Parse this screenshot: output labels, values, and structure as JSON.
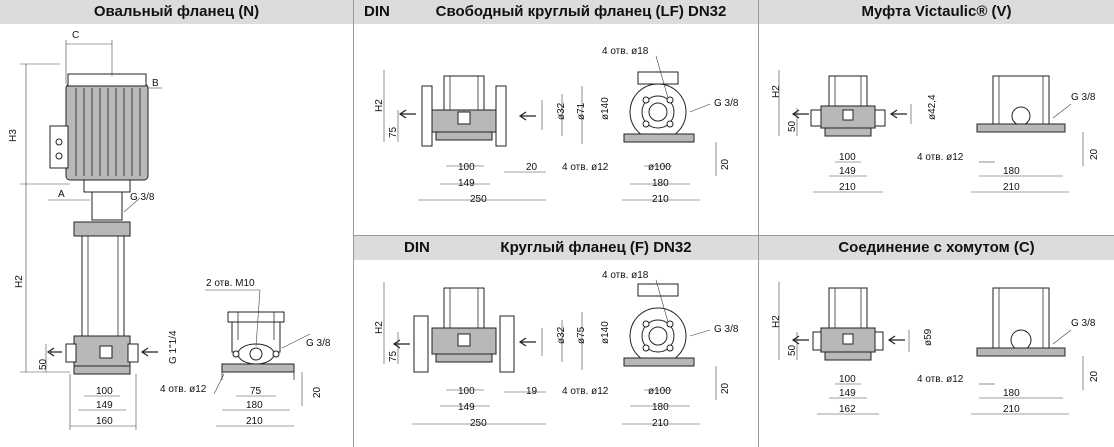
{
  "panels": {
    "oval": {
      "title": "Овальный фланец (N)",
      "labels": {
        "C": "C",
        "B": "B",
        "A": "A",
        "H3": "H3",
        "H2": "H2",
        "G38": "G 3/8",
        "G114": "G 1\"1/4",
        "holes": "2 отв. M10",
        "d50": "50",
        "d100": "100",
        "d149": "149",
        "d160": "160",
        "holes12": "4 отв. ø12",
        "d75": "75",
        "d180": "180",
        "d210": "210",
        "d20": "20"
      }
    },
    "lf": {
      "din": "DIN",
      "title": "Свободный круглый фланец (LF) DN32",
      "labels": {
        "H2": "H2",
        "d75": "75",
        "d32": "ø32",
        "d71": "ø71",
        "d140": "ø140",
        "holes18": "4 отв. ø18",
        "G38": "G 3/8",
        "d100": "100",
        "d149": "149",
        "d250": "250",
        "d20a": "20",
        "holes12": "4 отв. ø12",
        "d100b": "ø100",
        "d180": "180",
        "d210": "210",
        "d20b": "20"
      }
    },
    "f": {
      "din": "DIN",
      "title": "Круглый фланец (F) DN32",
      "labels": {
        "H2": "H2",
        "d75": "75",
        "d32": "ø32",
        "d75b": "ø75",
        "d140": "ø140",
        "holes18": "4 отв. ø18",
        "G38": "G 3/8",
        "d100": "100",
        "d149": "149",
        "d250": "250",
        "d19": "19",
        "holes12": "4 отв. ø12",
        "d100b": "ø100",
        "d180": "180",
        "d210": "210",
        "d20": "20"
      }
    },
    "v": {
      "title": "Муфта Victaulic® (V)",
      "labels": {
        "H2": "H2",
        "d50": "50",
        "d424": "ø42,4",
        "G38": "G 3/8",
        "d100": "100",
        "d149": "149",
        "d210": "210",
        "holes12": "4 отв. ø12",
        "d180": "180",
        "d210b": "210",
        "d20": "20"
      }
    },
    "c": {
      "title": "Соединение с хомутом (C)",
      "labels": {
        "H2": "H2",
        "d50": "50",
        "d59": "ø59",
        "G38": "G 3/8",
        "d100": "100",
        "d149": "149",
        "d162": "162",
        "holes12": "4 отв. ø12",
        "d180": "180",
        "d210": "210",
        "d20": "20"
      }
    }
  }
}
